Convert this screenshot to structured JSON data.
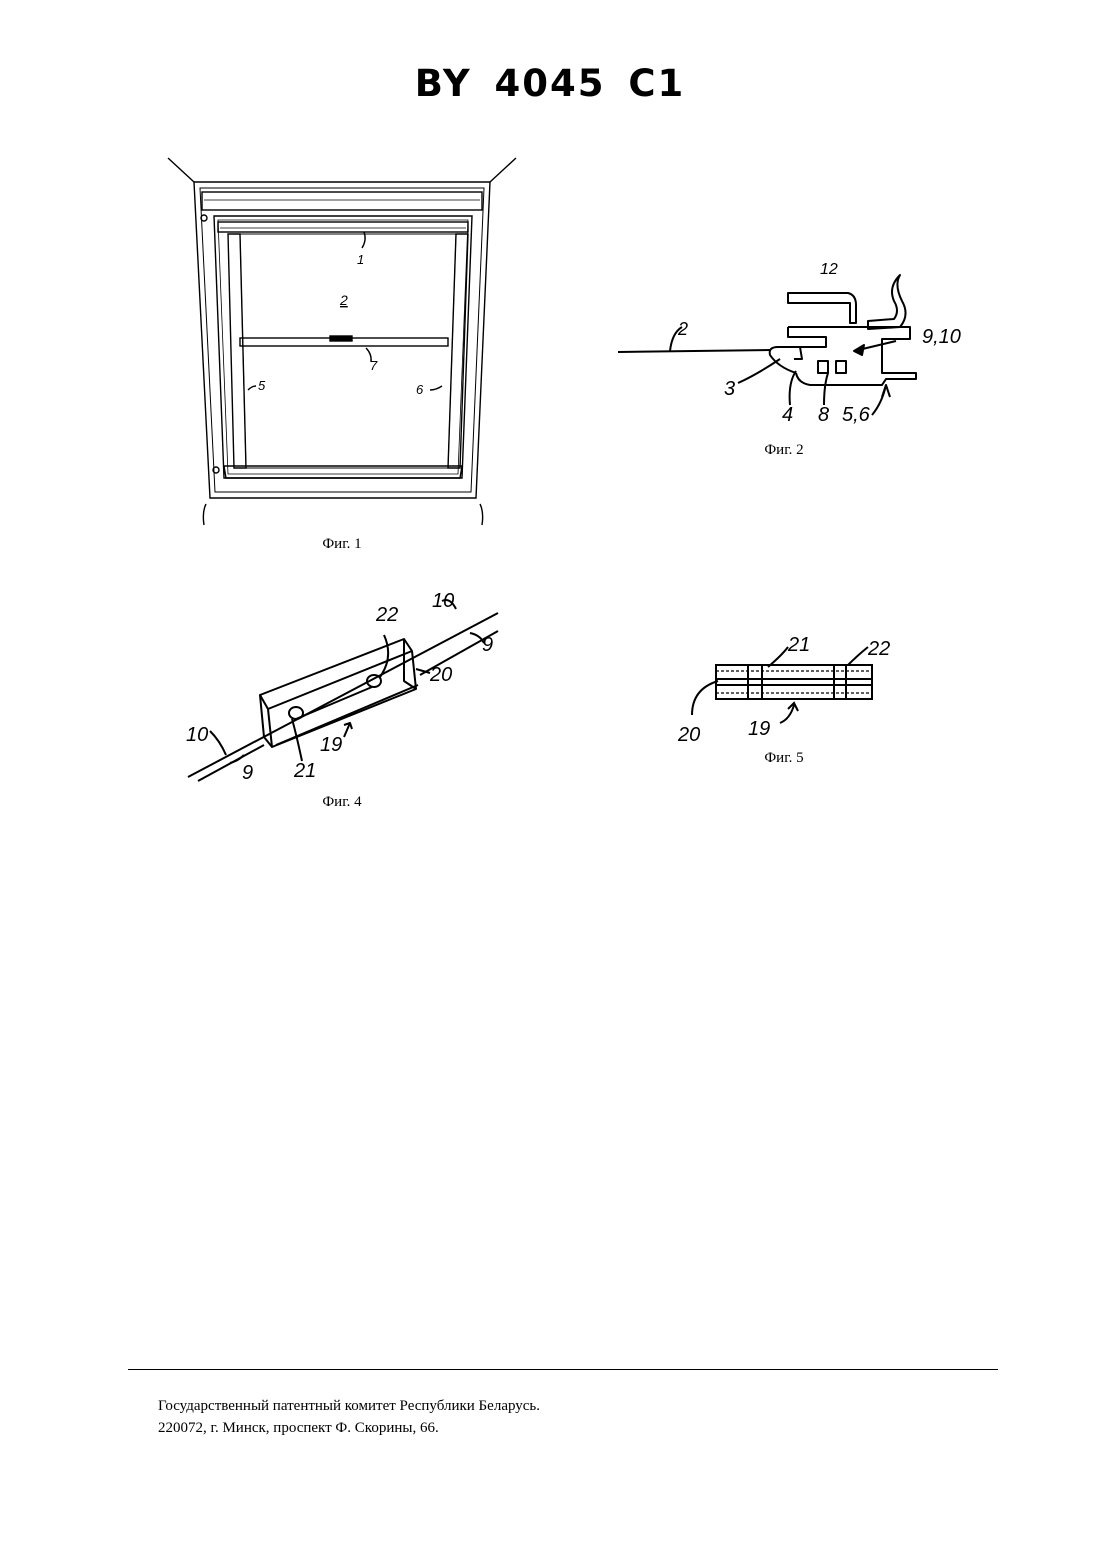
{
  "header": {
    "title": "BY 4045 C1"
  },
  "figures": {
    "fig1": {
      "caption": "Фиг. 1",
      "refs": {
        "r1": "1",
        "r2": "2",
        "r7": "7",
        "r5": "5",
        "r6": "6"
      }
    },
    "fig2": {
      "caption": "Фиг. 2",
      "refs": {
        "r12": "12",
        "r2": "2",
        "r910": "9,10",
        "r3": "3",
        "r4": "4",
        "r8": "8",
        "r56": "5,6"
      }
    },
    "fig4": {
      "caption": "Фиг. 4",
      "refs": {
        "r22": "22",
        "r10a": "10",
        "r9a": "9",
        "r20": "20",
        "r10b": "10",
        "r9b": "9",
        "r21": "21",
        "r19": "19"
      }
    },
    "fig5": {
      "caption": "Фиг. 5",
      "refs": {
        "r21": "21",
        "r22": "22",
        "r20": "20",
        "r19": "19"
      }
    }
  },
  "footer": {
    "line1": "Государственный патентный комитет Республики Беларусь.",
    "line2": "220072, г. Минск, проспект Ф. Скорины, 66."
  }
}
